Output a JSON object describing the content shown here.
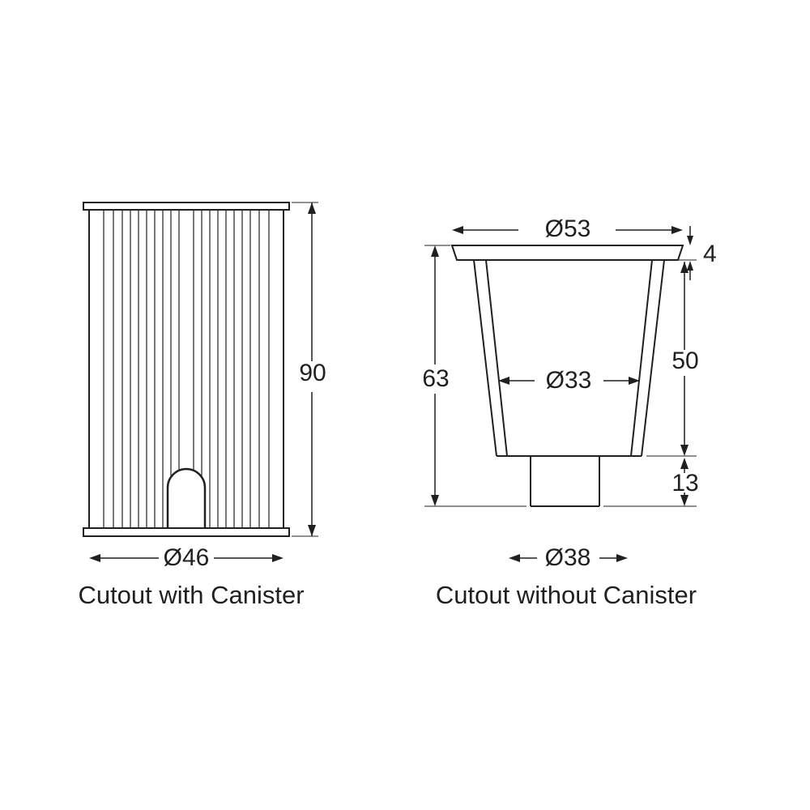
{
  "page": {
    "background_color": "#ffffff",
    "line_color": "#231f20"
  },
  "figures": {
    "with_canister": {
      "caption": "Cutout with Canister",
      "dimensions": {
        "height": "90",
        "diameter": "Ø46"
      }
    },
    "without_canister": {
      "caption": "Cutout without Canister",
      "dimensions": {
        "top_diameter": "Ø53",
        "flange_thickness": "4",
        "inner_diameter": "Ø33",
        "body_depth": "50",
        "stub_depth": "13",
        "total_depth": "63",
        "bottom_diameter": "Ø38"
      }
    }
  }
}
